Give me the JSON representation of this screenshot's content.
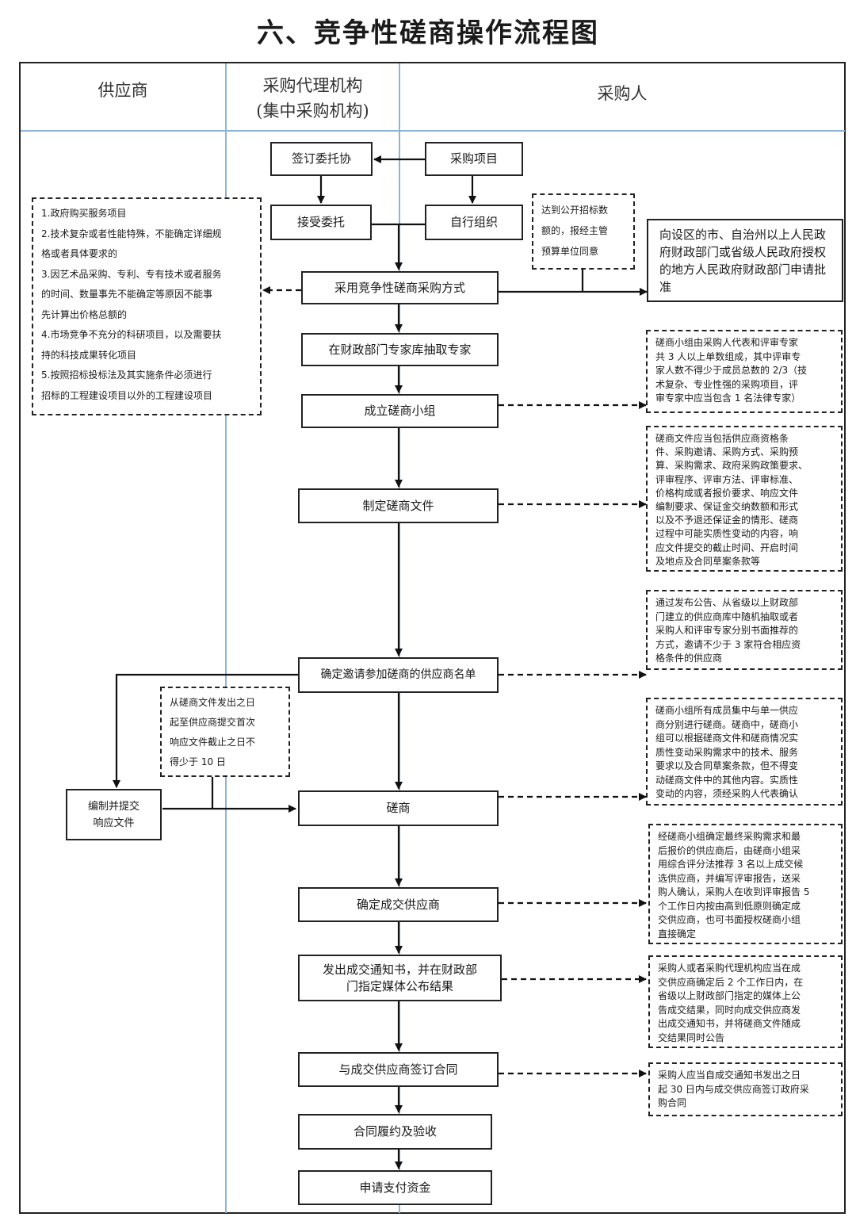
{
  "title": "六、竞争性磋商操作流程图",
  "lanes": {
    "supplier": "供应商",
    "agency_line1": "采购代理机构",
    "agency_line2": "(集中采购机构)",
    "purchaser": "采购人"
  },
  "steps": {
    "sign_commission": "签订委托协",
    "procurement_project": "采购项目",
    "accept_commission": "接受委托",
    "self_organize": "自行组织",
    "adopt_method": "采用竞争性磋商采购方式",
    "extract_experts": "在财政部门专家库抽取专家",
    "form_group": "成立磋商小组",
    "prepare_docs": "制定磋商文件",
    "determine_list": "确定邀请参加磋商的供应商名单",
    "negotiate": "磋商",
    "determine_supplier": "确定成交供应商",
    "notice_line1": "发出成交通知书，并在财政部",
    "notice_line2": "门指定媒体公布结果",
    "sign_contract": "与成交供应商签订合同",
    "acceptance": "合同履约及验收",
    "payment": "申请支付资金",
    "prepare_response_line1": "编制并提交",
    "prepare_response_line2": "响应文件",
    "approval": "向设区的市、自治州以上人民政府财政部门或省级人民政府授权的地方人民政府财政部门申请批准"
  },
  "notes": {
    "scope": [
      "1.政府购买服务项目",
      "2.技术复杂或者性能特殊，不能确定详细规",
      "格或者具体要求的",
      "3.因艺术品采购、专利、专有技术或者服务",
      "的时间、数量事先不能确定等原因不能事",
      "先计算出价格总额的",
      "4.市场竞争不充分的科研项目，以及需要扶",
      "持的科技成果转化项目",
      "5.按照招标投标法及其实施条件必须进行",
      "招标的工程建设项目以外的工程建设项目"
    ],
    "threshold": [
      "达到公开招标数",
      "额的，报经主管",
      "预算单位同意"
    ],
    "group": [
      "磋商小组由采购人代表和评审专家",
      "共 3 人以上单数组成，其中评审专",
      "家人数不得少于成员总数的 2/3（技",
      "术复杂、专业性强的采购项目，评",
      "审专家中应当包含 1 名法律专家）"
    ],
    "docs": [
      "磋商文件应当包括供应商资格条",
      "件、采购邀请、采购方式、采购预",
      "算、采购需求、政府采购政策要求、",
      "评审程序、评审方法、评审标准、",
      "价格构成或者报价要求、响应文件",
      "编制要求、保证金交纳数额和形式",
      "以及不予退还保证金的情形、磋商",
      "过程中可能实质性变动的内容，响",
      "应文件提交的截止时间、开启时间",
      "及地点及合同草案条款等"
    ],
    "invite": [
      "通过发布公告、从省级以上财政部",
      "门建立的供应商库中随机抽取或者",
      "采购人和评审专家分别书面推荐的",
      "方式，邀请不少于 3 家符合相应资",
      "格条件的供应商"
    ],
    "period": [
      "从磋商文件发出之日",
      "起至供应商提交首次",
      "响应文件截止之日不",
      "得少于 10 日"
    ],
    "negotiate": [
      "磋商小组所有成员集中与单一供应",
      "商分别进行磋商。磋商中，磋商小",
      "组可以根据磋商文件和磋商情况实",
      "质性变动采购需求中的技术、服务",
      "要求以及合同草案条款，但不得变",
      "动磋商文件中的其他内容。实质性",
      "变动的内容，须经采购人代表确认"
    ],
    "determine": [
      "经磋商小组确定最终采购需求和最",
      "后报价的供应商后，由磋商小组采",
      "用综合评分法推荐 3 名以上成交候",
      "选供应商，并编写评审报告，送采",
      "购人确认，采购人在收到评审报告 5",
      "个工作日内按由高到低原则确定成",
      "交供应商，也可书面授权磋商小组",
      "直接确定"
    ],
    "notice": [
      "采购人或者采购代理机构应当在成",
      "交供应商确定后 2 个工作日内，在",
      "省级以上财政部门指定的媒体上公",
      "告成交结果，同时向成交供应商发",
      "出成交通知书，并将磋商文件随成",
      "交结果同时公告"
    ],
    "contract": [
      "采购人应当自成交通知书发出之日",
      "起 30 日内与成交供应商签订政府采",
      "购合同"
    ]
  }
}
